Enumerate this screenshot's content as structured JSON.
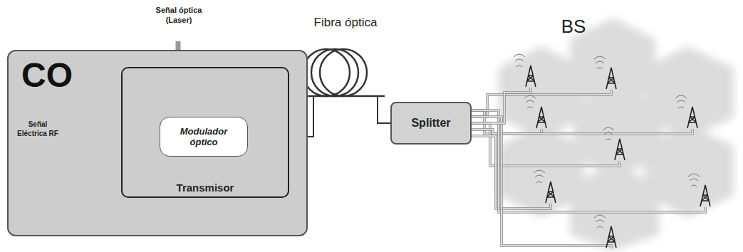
{
  "diagram": {
    "nodes": [
      {
        "text": [
          "CO"
        ]
      },
      {
        "text": [
          "Transmisor"
        ],
        "in": 0
      },
      {
        "text": [
          "Modulador óptico"
        ],
        "in": 1
      },
      {
        "text": [
          "Splitter"
        ]
      }
    ],
    "edges": [
      {
        "from": 2,
        "to": 3,
        "arrow": "none"
      }
    ],
    "labels": [
      "Señal óptica (Laser)",
      "Señal Eléctrica RF",
      "Fibra óptica",
      "BS"
    ]
  }
}
